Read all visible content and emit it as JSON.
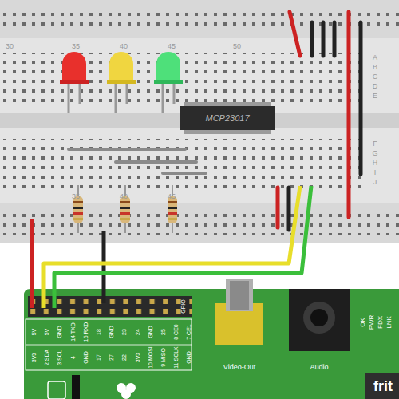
{
  "diagram": {
    "nodes": [
      {
        "text": [
          "MCP23017"
        ]
      }
    ],
    "labels": [
      "30",
      "35",
      "40",
      "45",
      "50",
      "A",
      "B",
      "C",
      "D",
      "E",
      "F",
      "G",
      "H",
      "I",
      "J",
      "35",
      "40",
      "45",
      "5V",
      "5V",
      "GND",
      "14 TXD",
      "15 RXD",
      "18",
      "GND",
      "23",
      "24",
      "GND",
      "25",
      "8 CE0",
      "7 CE1",
      "3V3",
      "2 SDA",
      "3 SCL",
      "4",
      "GND",
      "17",
      "27",
      "22",
      "3V3",
      "10 MOSI",
      "9 MISO",
      "11 SCLK",
      "GND",
      "GPIO",
      "Video-Out",
      "Audio",
      "OK",
      "PWR",
      "FDX",
      "LNK",
      "frit"
    ]
  }
}
